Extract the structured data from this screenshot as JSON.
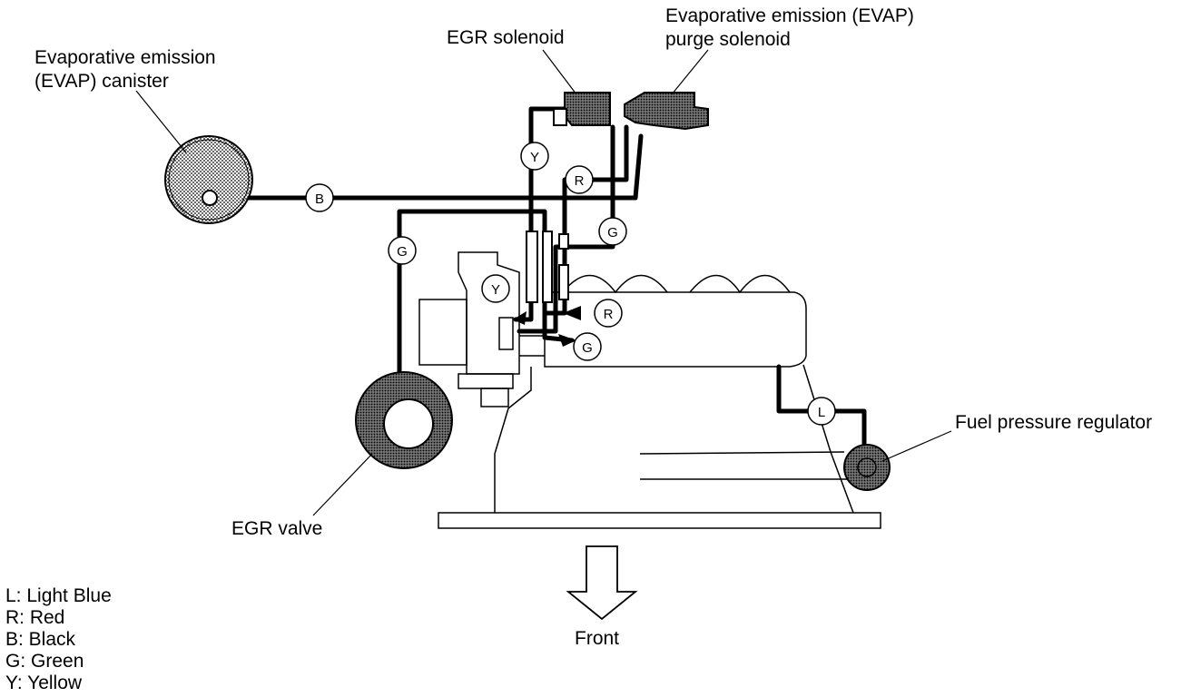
{
  "labels": {
    "evap_canister": [
      "Evaporative emission",
      "(EVAP) canister"
    ],
    "egr_solenoid": "EGR solenoid",
    "evap_purge_solenoid": [
      "Evaporative emission (EVAP)",
      "purge solenoid"
    ],
    "fuel_pressure_regulator": "Fuel pressure regulator",
    "egr_valve": "EGR valve",
    "front": "Front"
  },
  "hose_tags": {
    "canister_hose": "B",
    "egr_valve_hose": "G",
    "egr_solenoid_hose": "Y",
    "purge_hose_red": "R",
    "purge_hose_green": "G",
    "throttle_yellow": "Y",
    "throttle_red": "R",
    "throttle_green": "G",
    "regulator_hose": "L"
  },
  "legend": [
    "L: Light Blue",
    "R: Red",
    "B: Black",
    "G: Green",
    "Y: Yellow"
  ],
  "colors": {
    "line": "#000000",
    "background": "#ffffff"
  }
}
